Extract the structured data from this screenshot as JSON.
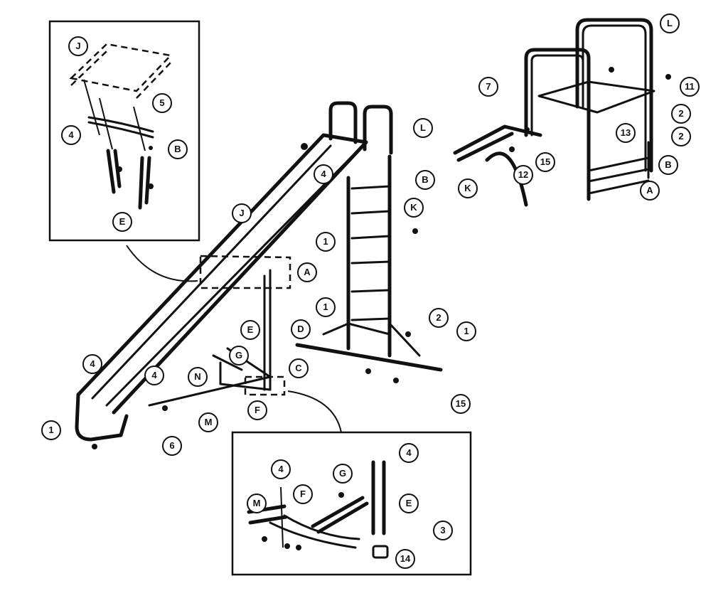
{
  "callouts": {
    "main": {
      "L": "L",
      "B": "B",
      "K": "K",
      "J": "J",
      "A": "A",
      "D": "D",
      "C": "C",
      "E": "E",
      "G": "G",
      "F": "F",
      "N": "N",
      "M": "M",
      "n4a": "4",
      "n4b": "4",
      "n4c": "4",
      "n1a": "1",
      "n1b": "1",
      "n1c": "1",
      "n1d": "1",
      "n2": "2",
      "n15": "15",
      "n6": "6"
    },
    "top_left": {
      "J": "J",
      "5": "5",
      "4": "4",
      "B": "B",
      "E": "E"
    },
    "top_right": {
      "L": "L",
      "7": "7",
      "11": "11",
      "2a": "2",
      "2b": "2",
      "13": "13",
      "B": "B",
      "15": "15",
      "12": "12",
      "K": "K",
      "A": "A"
    },
    "bottom": {
      "4a": "4",
      "4b": "4",
      "G": "G",
      "M": "M",
      "F": "F",
      "E": "E",
      "3": "3",
      "14": "14"
    }
  }
}
